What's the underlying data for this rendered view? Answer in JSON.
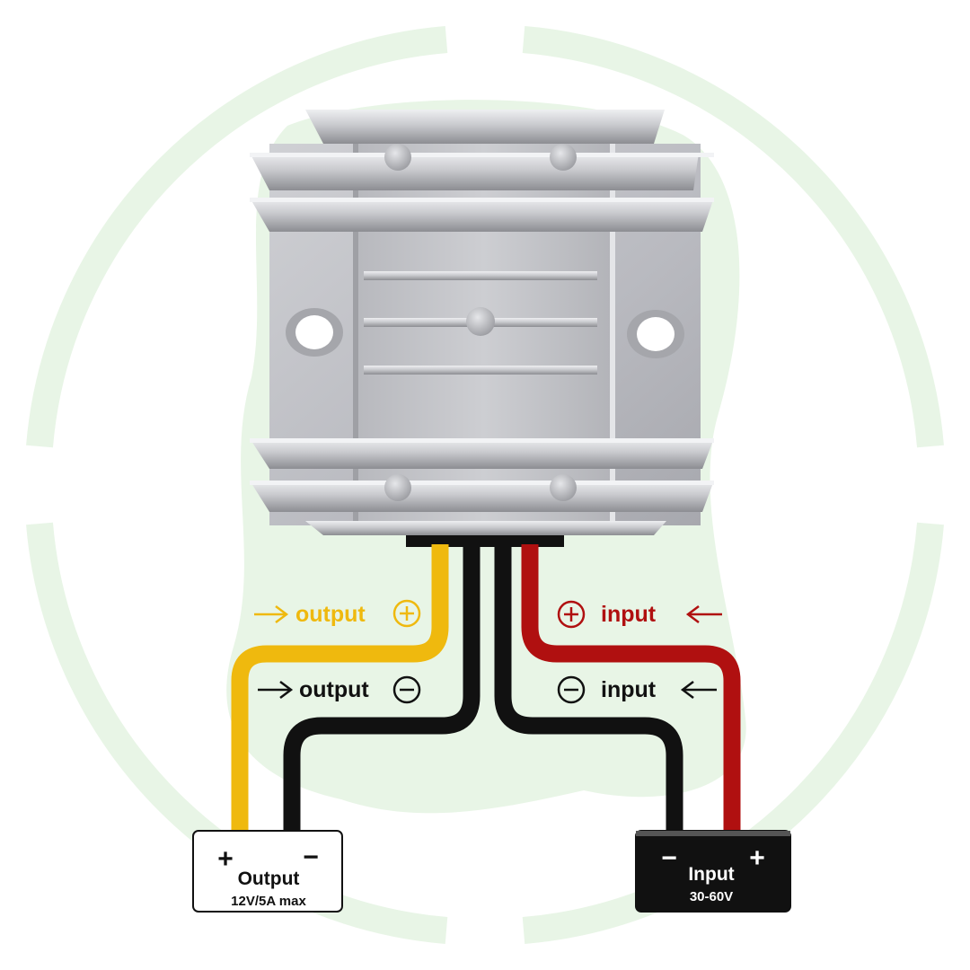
{
  "labels": {
    "output_pos": "output",
    "output_neg": "output",
    "input_pos": "input",
    "input_neg": "input"
  },
  "output_box": {
    "plus": "+",
    "minus": "−",
    "title": "Output",
    "spec": "12V/5A max"
  },
  "input_box": {
    "minus": "−",
    "plus": "+",
    "title": "Input",
    "spec": "30-60V"
  },
  "colors": {
    "output_positive_wire": "#efb90e",
    "output_negative_wire": "#111111",
    "input_positive_wire": "#b01010",
    "input_negative_wire": "#111111",
    "background_watermark": "#e8f5e6",
    "heatsink": "#c4c5c9"
  },
  "icons": {
    "arrow_right": "arrow-right-icon",
    "arrow_left": "arrow-left-icon",
    "plus_circle": "plus-circle-icon",
    "minus_circle": "minus-circle-icon"
  }
}
